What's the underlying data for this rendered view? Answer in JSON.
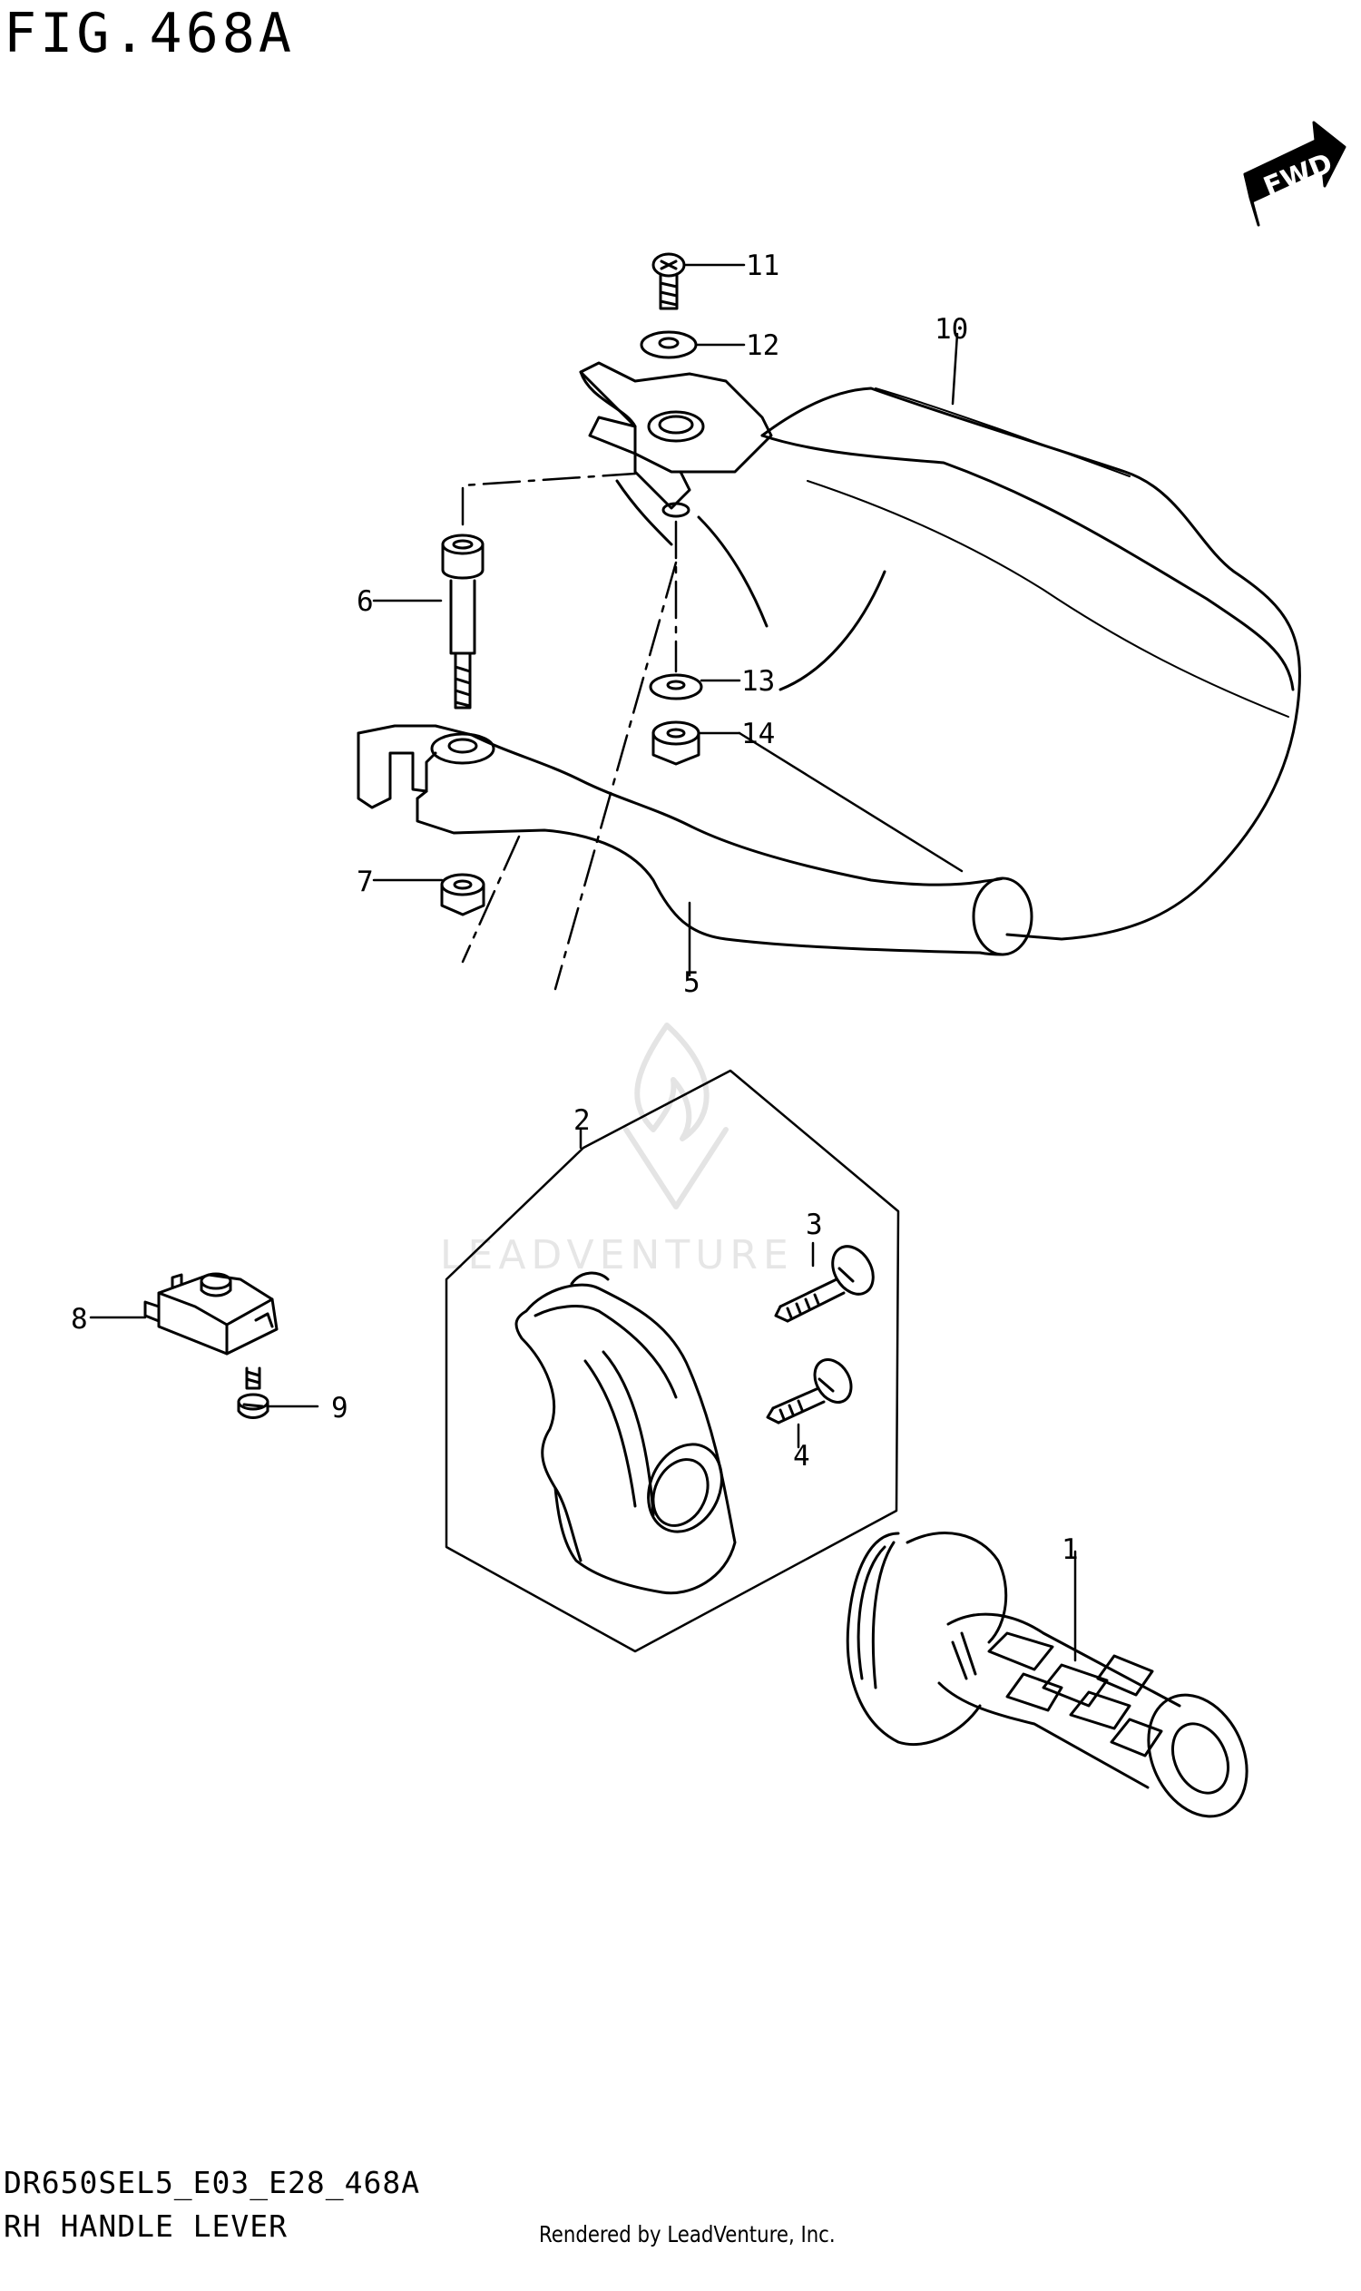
{
  "figure": {
    "title": "FIG.468A",
    "model_code": "DR650SEL5_E03_E28_468A",
    "section_name": "RH HANDLE LEVER",
    "credit": "Rendered by LeadVenture, Inc."
  },
  "fwd_indicator": {
    "label": "FWD"
  },
  "watermark": {
    "text": "LEADVENTURE"
  },
  "callouts": {
    "c1": "1",
    "c2": "2",
    "c3": "3",
    "c4": "4",
    "c5": "5",
    "c6": "6",
    "c7": "7",
    "c8": "8",
    "c9": "9",
    "c10": "10",
    "c11": "11",
    "c12": "12",
    "c13": "13",
    "c14": "14"
  }
}
